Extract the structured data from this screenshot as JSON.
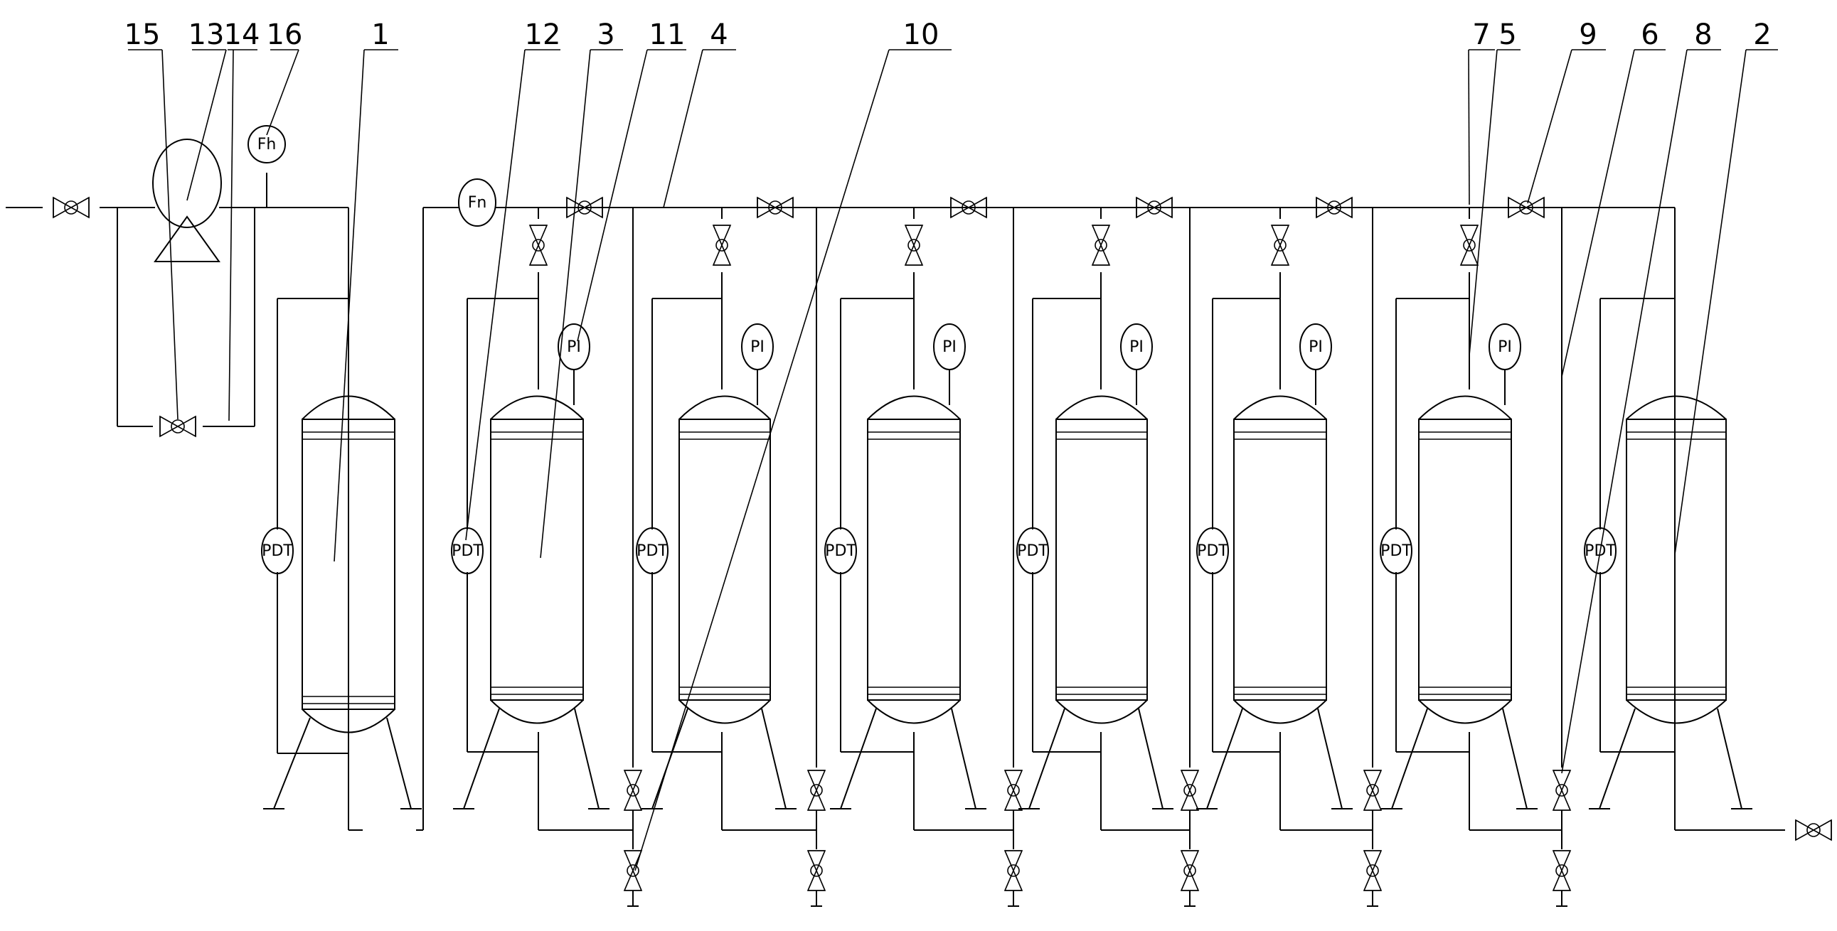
{
  "instruments": {
    "flow_top": "Fh",
    "flow_main": "Fn",
    "pressure": "PI",
    "diff_pressure": "PDT"
  },
  "callouts": [
    "15",
    "13",
    "14",
    "16",
    "1",
    "12",
    "3",
    "11",
    "4",
    "10",
    "7",
    "5",
    "9",
    "6",
    "8",
    "2"
  ],
  "colors": {
    "line": "#000000",
    "background": "#ffffff"
  }
}
